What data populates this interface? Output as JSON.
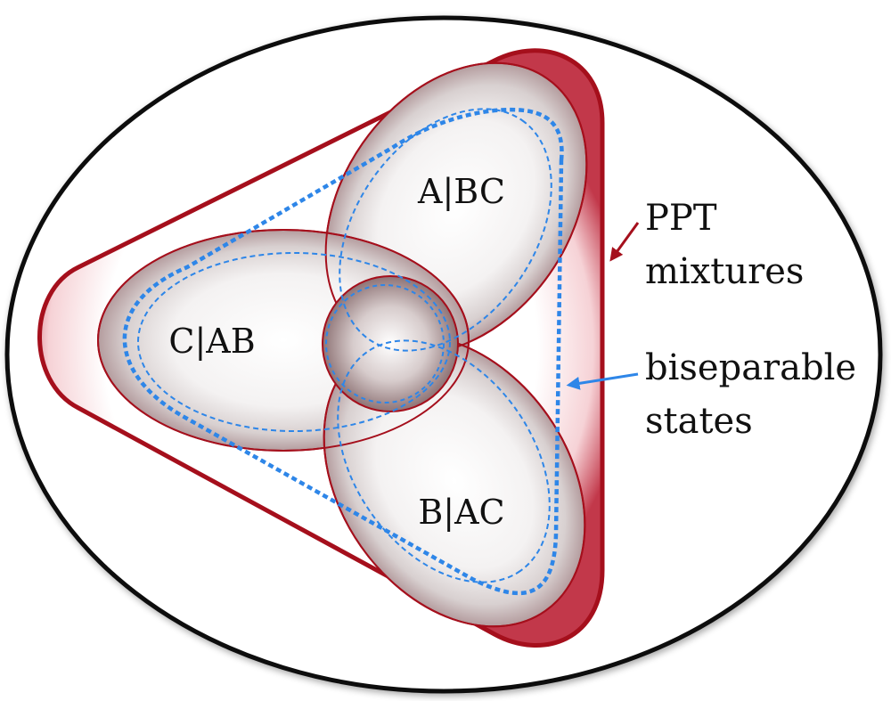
{
  "regions": {
    "a_bc": "A|BC",
    "c_ab": "C|AB",
    "b_ac": "B|AC"
  },
  "annotations": {
    "ppt": {
      "line1": "PPT",
      "line2": "mixtures"
    },
    "bisep": {
      "line1": "biseparable",
      "line2": "states"
    }
  },
  "colors": {
    "ppt_stroke": "#a50f1c",
    "bisep_stroke": "#2e86e8",
    "outer_stroke": "#111111"
  }
}
